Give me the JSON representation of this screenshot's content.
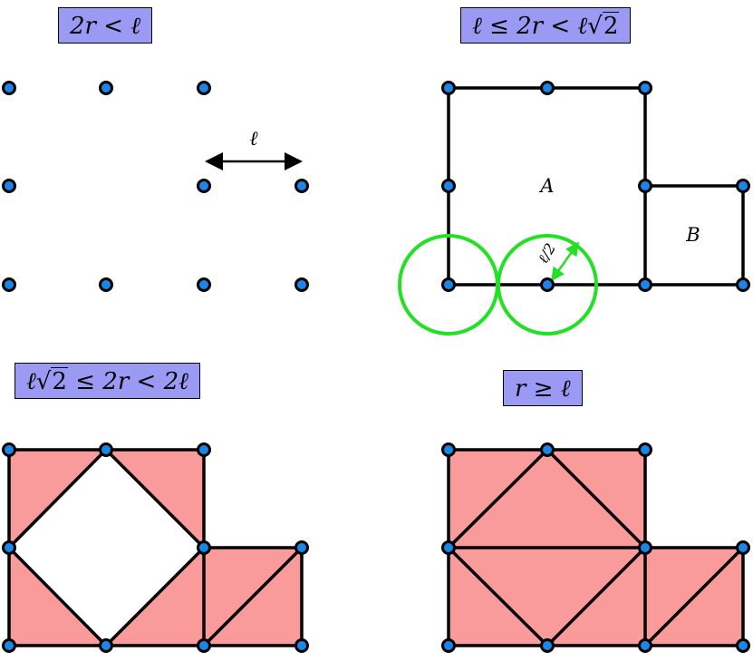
{
  "panels": {
    "top_left": {
      "label": "2r < ℓ",
      "annotation": "ℓ"
    },
    "top_right": {
      "label_a": "ℓ ≤ 2r < ℓ",
      "label_b": "2",
      "region_a": "A",
      "region_b": "B",
      "radius": "ℓ/2"
    },
    "bottom_left": {
      "label_a": "ℓ",
      "label_b": "2",
      "label_c": " ≤ 2r < 2ℓ"
    },
    "bottom_right": {
      "label": "r ≥ ℓ"
    }
  },
  "colors": {
    "node_fill": "#1a86e8",
    "edge": "#000000",
    "fill": "#f99b9b",
    "circle": "#22e022",
    "label_bg": "#9a9af5"
  }
}
